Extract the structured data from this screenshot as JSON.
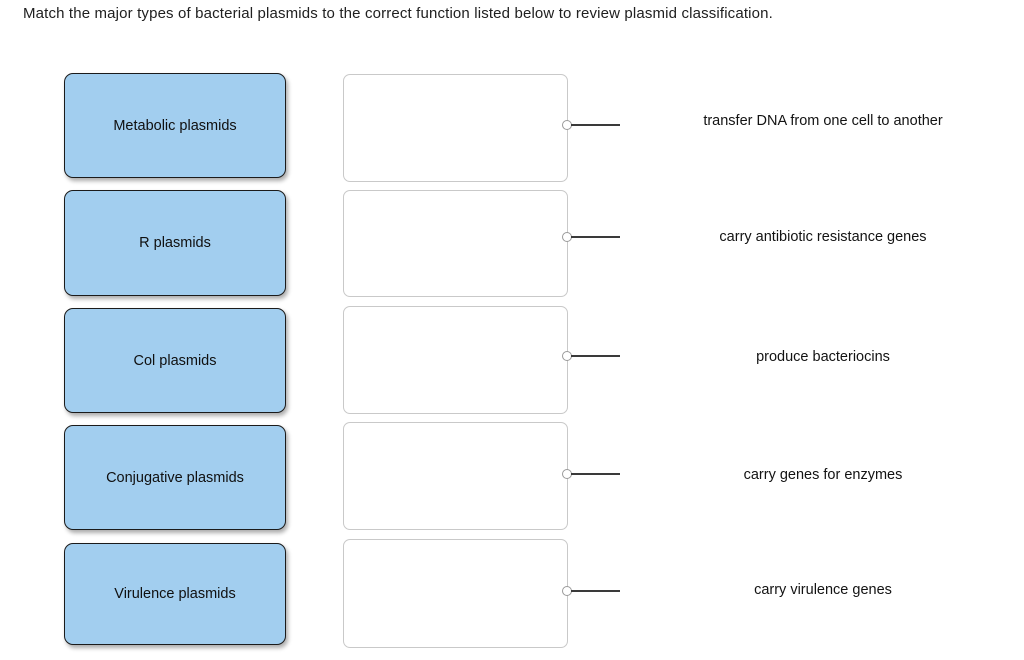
{
  "instruction": "Match the major types of bacterial plasmids to the correct function listed below to review plasmid classification.",
  "colors": {
    "tile_fill": "#a2ceef",
    "tile_border": "#1b1b1b",
    "slot_border": "#c9c9c9",
    "connector_line": "#3a3a3a",
    "text": "#131313",
    "page_background": "#ffffff"
  },
  "board": {
    "rows": [
      {
        "term": "Metabolic plasmids",
        "drop_slot_value": "",
        "answer": "transfer DNA from one cell to another",
        "connector": "connector-node-1"
      },
      {
        "term": "R plasmids",
        "drop_slot_value": "",
        "answer": "carry antibiotic resistance genes",
        "connector": "connector-node-2"
      },
      {
        "term": "Col plasmids",
        "drop_slot_value": "",
        "answer": "produce bacteriocins",
        "connector": "connector-node-3"
      },
      {
        "term": "Conjugative plasmids",
        "drop_slot_value": "",
        "answer": "carry genes for enzymes",
        "connector": "connector-node-4"
      },
      {
        "term": "Virulence plasmids",
        "drop_slot_value": "",
        "answer": "carry virulence genes",
        "connector": "connector-node-5"
      }
    ]
  }
}
